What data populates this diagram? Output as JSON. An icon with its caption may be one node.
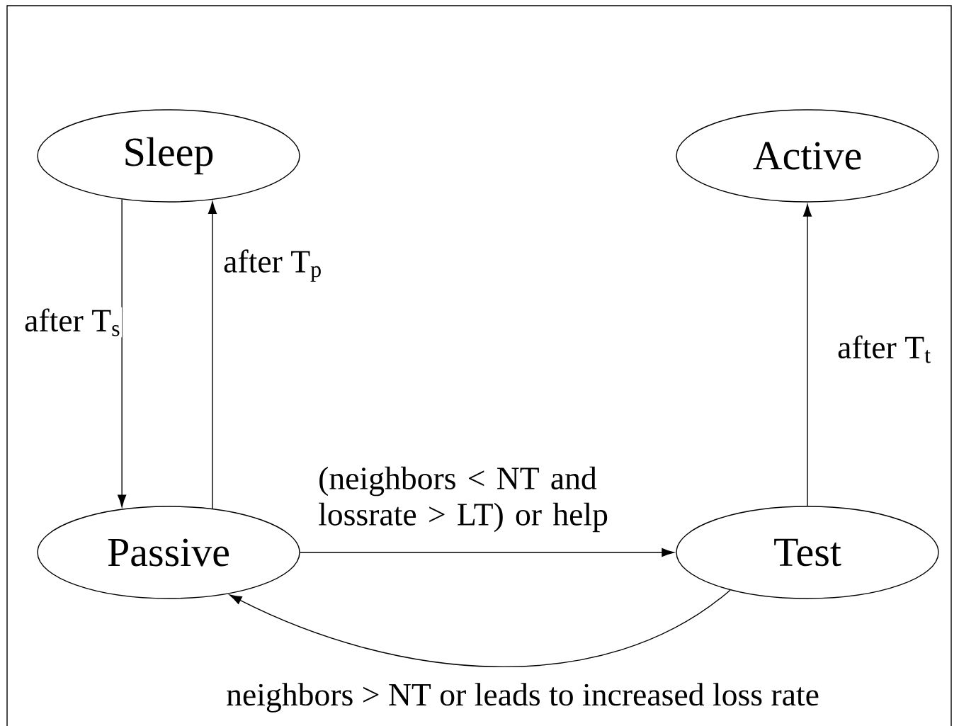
{
  "diagram": {
    "nodes": [
      {
        "text": [
          "Sleep"
        ]
      },
      {
        "text": [
          "Active"
        ]
      },
      {
        "text": [
          "Passive"
        ]
      },
      {
        "text": [
          "Test"
        ]
      }
    ],
    "edges": [
      {
        "from": 0,
        "to": 2,
        "arrow": "to",
        "label": "after T$_{s}$"
      },
      {
        "from": 2,
        "to": 0,
        "arrow": "to",
        "label": "after T$_{p}$"
      },
      {
        "from": 2,
        "to": 3,
        "arrow": "to",
        "label": "(neighbors < NT and lossrate > LT) or help"
      },
      {
        "from": 3,
        "to": 1,
        "arrow": "to",
        "label": "after T$_{t}$"
      },
      {
        "from": 3,
        "to": 2,
        "arrow": "to",
        "label": "neighbors > NT or leads to increased loss rate"
      }
    ]
  }
}
